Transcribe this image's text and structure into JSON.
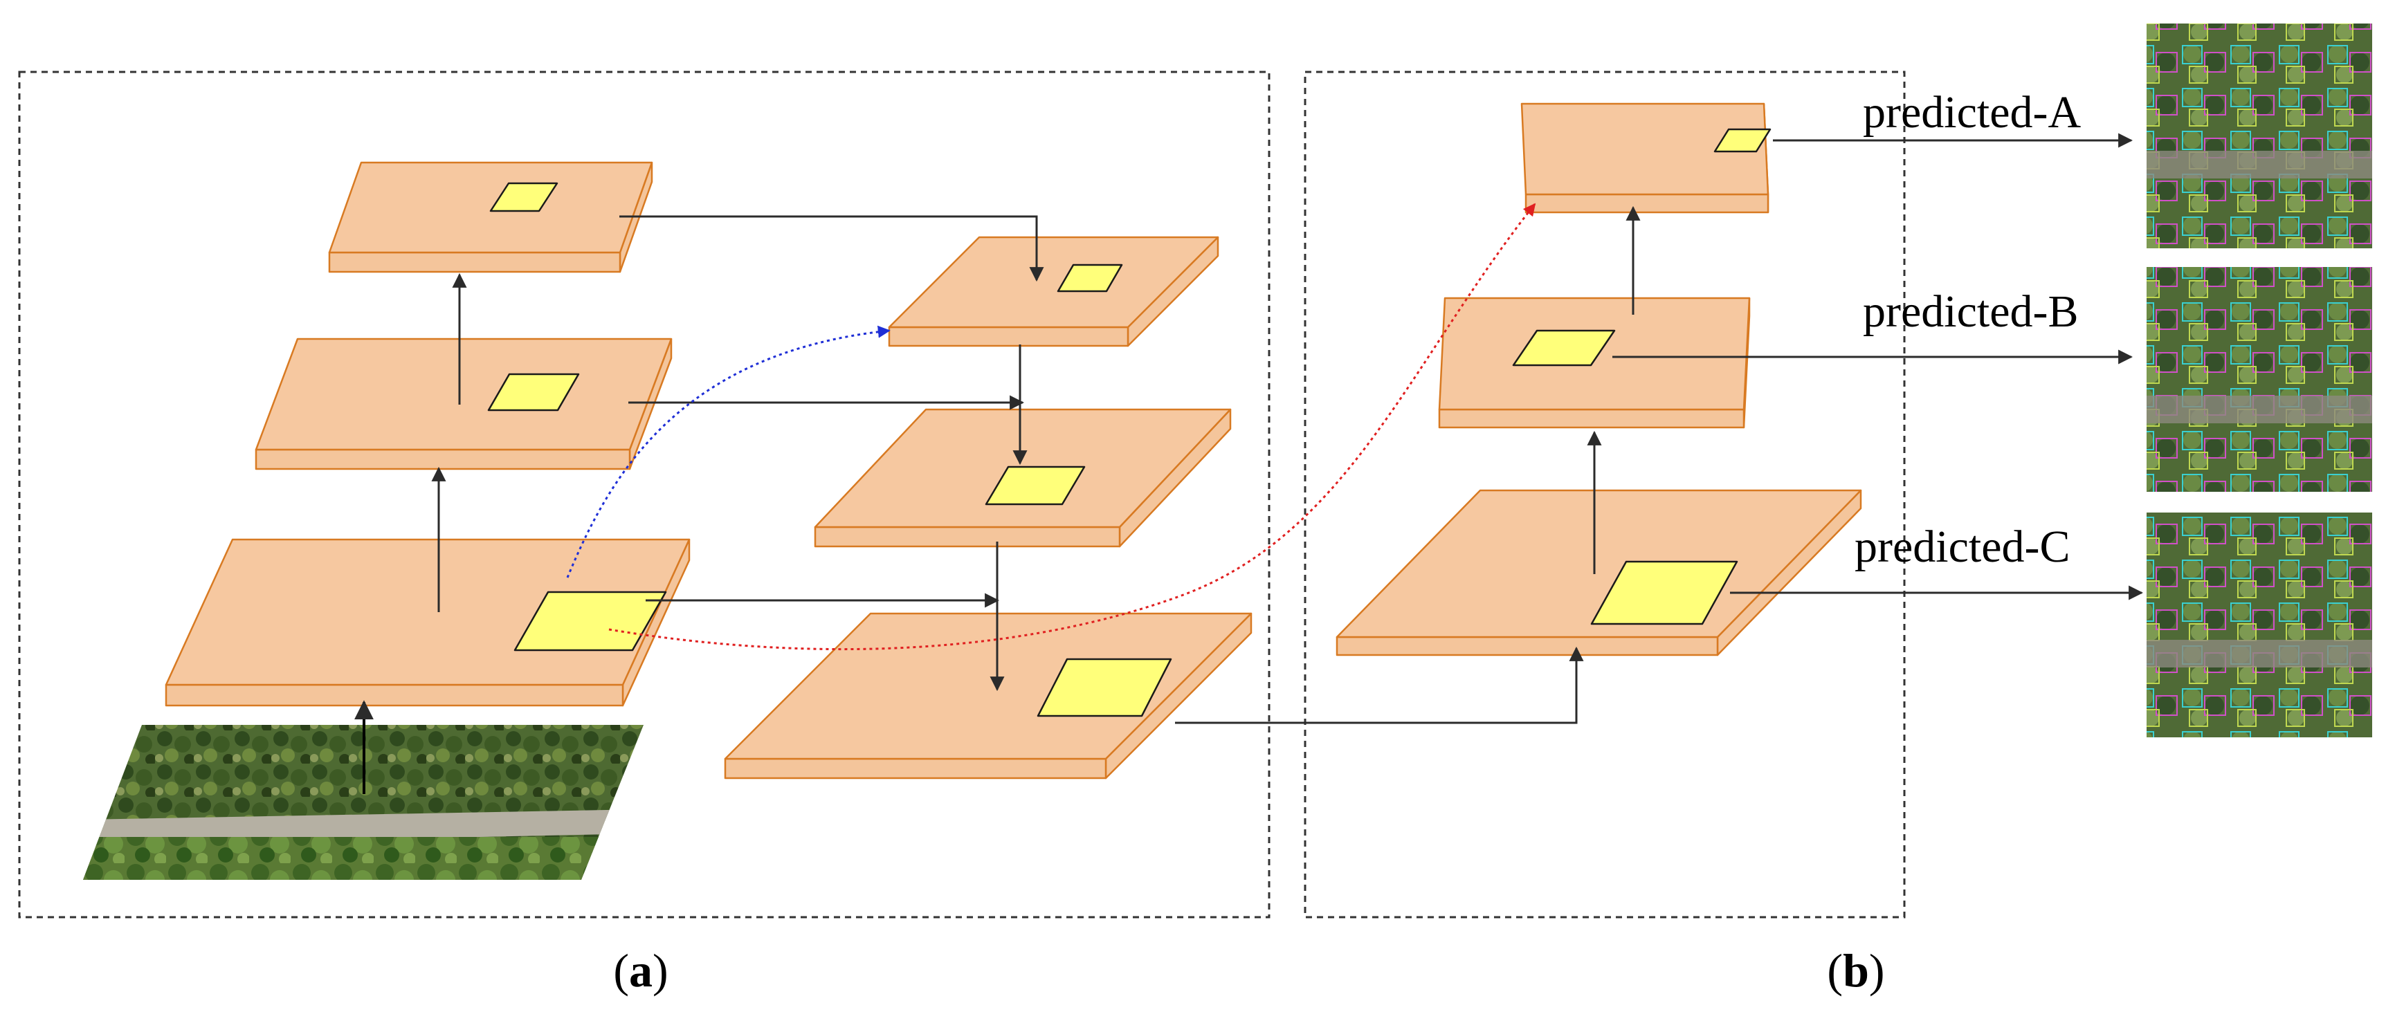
{
  "colors": {
    "layer_top": "#f6c8a0",
    "layer_side": "#f4c59b",
    "layer_edge": "#d87a22",
    "window_fill": "#ffff7a",
    "window_stroke": "#1a1a1a",
    "arrow": "#2b2b2b",
    "skip_blue": "#1f2fd6",
    "skip_red": "#e02020",
    "panel_border": "#333333"
  },
  "panels": {
    "a": {
      "open": "(",
      "letter": "a",
      "close": ")"
    },
    "b": {
      "open": "(",
      "letter": "b",
      "close": ")"
    }
  },
  "outputs": {
    "a": {
      "label": "predicted-A"
    },
    "b": {
      "label": "predicted-B"
    },
    "c": {
      "label": "predicted-C"
    }
  },
  "icons": {
    "input_image": "aerial-orchard-photo",
    "detections": "aerial-photo-with-bounding-boxes"
  }
}
